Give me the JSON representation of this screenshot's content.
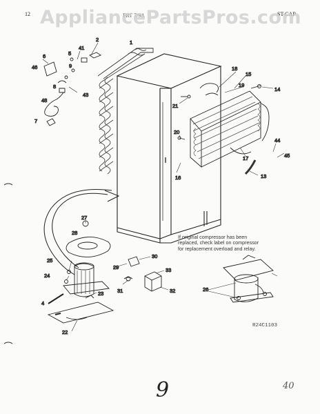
{
  "header": {
    "page_number": "12",
    "model": "FRT 7/9A",
    "section": "ST-CAP"
  },
  "watermark": "AppliancePartsPros.com",
  "callouts": [
    "2",
    "41",
    "6",
    "46",
    "5",
    "9",
    "8",
    "43",
    "48",
    "7",
    "1",
    "18",
    "15",
    "19",
    "14",
    "21",
    "20",
    "16",
    "17",
    "44",
    "45",
    "13",
    "27",
    "28",
    "25",
    "24",
    "4",
    "29",
    "30",
    "33",
    "31",
    "32",
    "23",
    "22",
    "26"
  ],
  "note": "If original compressor has been replaced, check label on compressor for replacement overload and relay.",
  "diagram_code": "R24C1103",
  "handwriting": {
    "page_mark": "9",
    "corner_mark": "40"
  }
}
